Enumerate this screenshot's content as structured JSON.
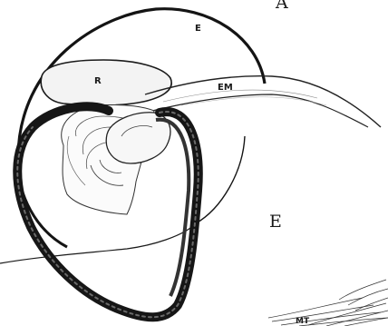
{
  "figure": {
    "panel_letter": "A",
    "labels": {
      "e_small": "E",
      "r": "R",
      "em": "EM",
      "e_large": "E",
      "mt": "MT"
    }
  }
}
